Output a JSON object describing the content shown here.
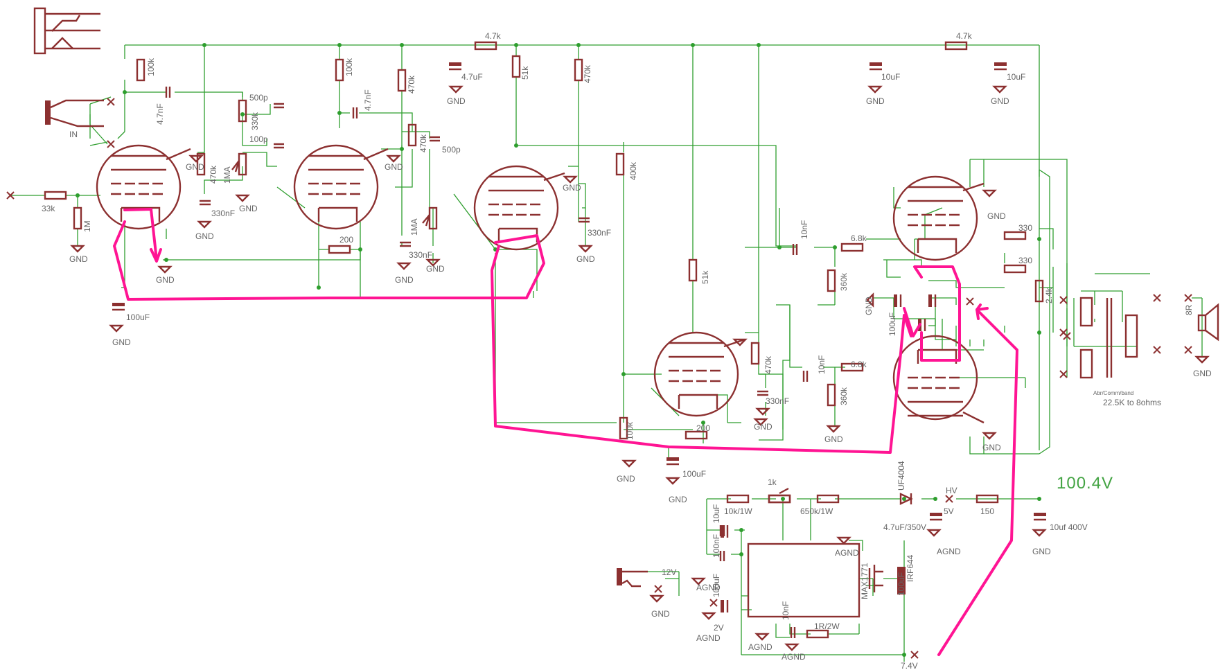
{
  "colors": {
    "wire": "#2e9e2e",
    "part": "#8c3030",
    "signal_path": "#ff1493",
    "label": "#666666",
    "voltage_text": "#44a444"
  },
  "labels": {
    "r_4k7_top": "4.7k",
    "r_4k7_right": "4.7k",
    "r_100k_a": "100k",
    "r_100k_b": "100k",
    "r_470k_a": "470k",
    "r_51k_a": "51k",
    "r_470k_b": "470k",
    "c_47uf": "4.7uF",
    "c_10uf_a": "10uF",
    "c_10uf_b": "10uF",
    "gnd": "GND",
    "agnd": "AGND",
    "c_47nf_a": "4.7nF",
    "c_47nf_b": "4.7nF",
    "c_500p_a": "500p",
    "r_330k": "330k",
    "c_100p": "100p",
    "r_470k_c": "470k",
    "c_500p_b": "500p",
    "in_label": "IN",
    "r_33k": "33k",
    "r_1m": "1M",
    "r_470k_d": "470k",
    "c_330nf_a": "330nF",
    "pot_1ma_a": "1MA",
    "r_200_a": "200",
    "pot_1ma_b": "1MA",
    "c_330nf_b": "330nF",
    "r_400k": "400k",
    "c_330nf_c": "330nF",
    "c_100uf_a": "100uF",
    "c_10nf_a": "10nF",
    "r_6k8_a": "6.8k",
    "r_360k_a": "360k",
    "r_330_a": "330",
    "r_330_b": "330",
    "r_51k_b": "51k",
    "r_470k_e": "470k",
    "c_330nf_d": "330nF",
    "r_100k_c": "100k",
    "r_200_b": "200",
    "c_100uf_b": "100uF",
    "c_10nf_b": "10nF",
    "r_6k8_b": "6.8k",
    "r_360k_b": "360k",
    "c_100uf_c": "100uF",
    "r_2k4": "2.4k",
    "spk_8r": "8R",
    "xfmr_name": "Abr/Comm/band",
    "xfmr_ratio": "22.5K to 8ohms",
    "hv_voltage": "100.4V",
    "r_1k": "1k",
    "r_10k1w": "10k/1W",
    "r_650k1w": "650k/1W",
    "d_uf4004": "UF4004",
    "hv_label": "HV",
    "v_small": "5V",
    "r_150": "150",
    "c_47uf350v": "4.7uF/350V",
    "c_10uf400v": "10uf 400V",
    "c_10uf_c": "10uF",
    "c_100nf_a": "100nF",
    "c_100uf_d": "100uF",
    "v_2v": "2V",
    "ic_max1771": "MAX1771",
    "q_irf644": "IRF644",
    "c_100uf_e": "100uF",
    "c_10nf_c": "10nF",
    "r_1r2w": "1R/2W",
    "v_12v": "12V",
    "v_74v": "7.4V"
  }
}
